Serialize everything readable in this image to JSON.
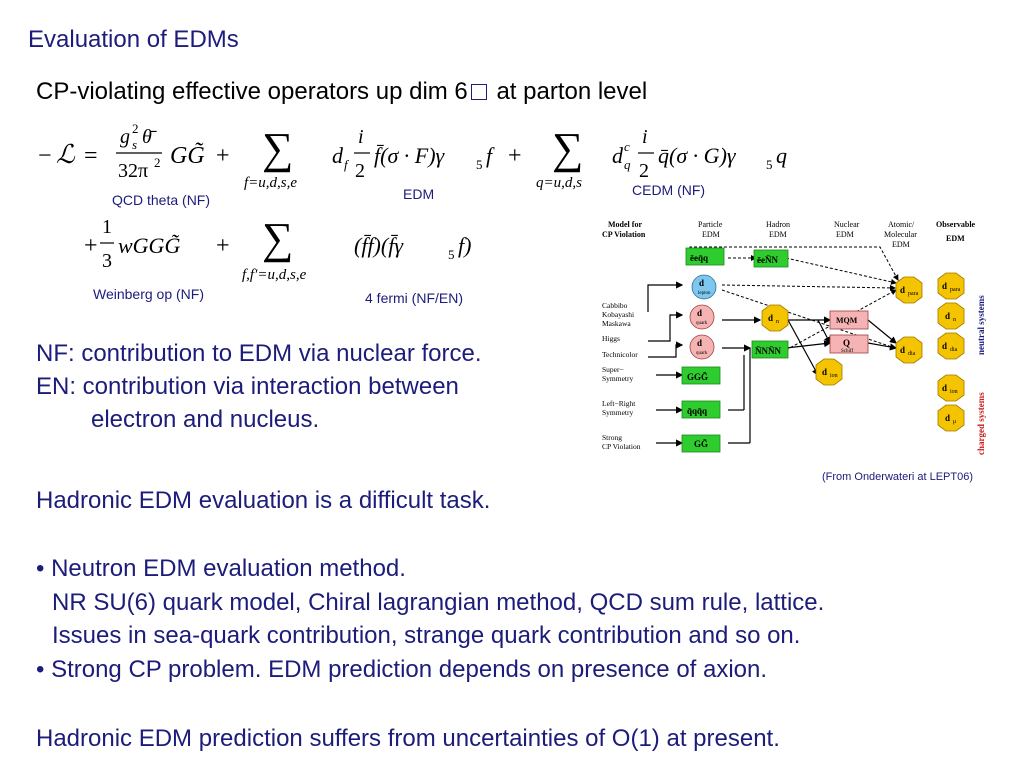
{
  "slide": {
    "title": "Evaluation of EDMs",
    "subtitle_pre": "CP-violating effective operators up dim 6",
    "subtitle_post": " at parton level"
  },
  "equation": {
    "labels": {
      "qcd_theta": "QCD theta (NF)",
      "edm": "EDM",
      "cedm": "CEDM (NF)",
      "weinberg": "Weinberg op (NF)",
      "four_fermi": "4 fermi (NF/EN)"
    }
  },
  "notes": {
    "nf": "NF: contribution to EDM via nuclear force.",
    "en1": "EN: contribution via interaction between",
    "en2": "electron and nucleus."
  },
  "diagram": {
    "headers": {
      "model": "Model for",
      "model2": "CP Violation",
      "particle": "Particle",
      "particle2": "EDM",
      "hadron": "Hadron",
      "hadron2": "EDM",
      "nuclear": "Nuclear",
      "nuclear2": "EDM",
      "atomic": "Atomic/",
      "atomic2": "Molecular",
      "atomic3": "EDM",
      "observable": "Observable",
      "observable2": "EDM"
    },
    "models": [
      "Cabbibo",
      "Kobayashi",
      "Maskawa",
      "Higgs",
      "Technicolor",
      "Super−",
      "Symmetry",
      "Left−Right",
      "Symmetry",
      "Strong",
      "CP Violation"
    ],
    "side_labels": {
      "neutral": "neutral systems",
      "charged": "charged systems"
    },
    "colors": {
      "green": "#2ecc2e",
      "blue": "#7ec8ef",
      "pink": "#f5b3b3",
      "yellow": "#f5c400",
      "navy": "#1c1c7a",
      "red": "#c81e1e"
    },
    "caption": "(From Onderwateri at LEPT06)"
  },
  "paragraphs": {
    "hadronic_difficult": "Hadronic EDM evaluation is a difficult task.",
    "bullet1": "• Neutron EDM evaluation method.",
    "bullet1_sub1": "NR SU(6) quark model, Chiral lagrangian method, QCD sum rule, lattice.",
    "bullet1_sub2": "Issues in sea-quark contribution, strange quark contribution and so on.",
    "bullet2": "• Strong CP problem. EDM prediction depends on presence of axion.",
    "conclusion": "Hadronic EDM prediction suffers from uncertainties of O(1) at present."
  }
}
